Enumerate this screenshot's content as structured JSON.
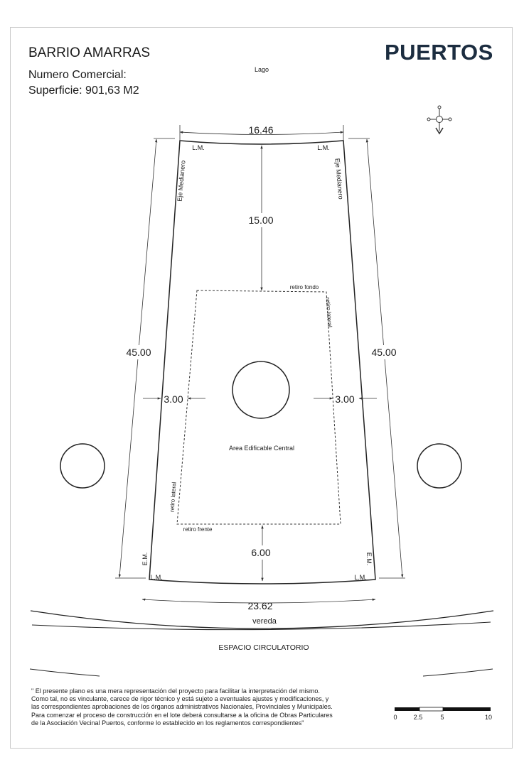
{
  "header": {
    "title": "BARRIO AMARRAS",
    "numero_comercial": "Numero Comercial:",
    "superficie": "Superficie: 901,63 M2"
  },
  "brand": {
    "name": "PUERTOS",
    "color": "#1c2d40"
  },
  "plan": {
    "lake_label": "Lago",
    "top_width": "16.46",
    "bottom_width": "23.62",
    "left_depth": "45.00",
    "right_depth": "45.00",
    "back_setback": "15.00",
    "front_setback": "6.00",
    "left_side_setback": "3.00",
    "right_side_setback": "3.00",
    "lm_label": "L.M.",
    "em_label": "E.M.",
    "eje_medianero": "Eje Medianero",
    "retiro_fondo": "retiro fondo",
    "retiro_lateral": "retiro lateral",
    "retiro_frente": "retiro frente",
    "area_edificable": "Area Edificable Central",
    "vereda": "vereda",
    "espacio_circulatorio": "ESPACIO CIRCULATORIO"
  },
  "scale_bar": {
    "ticks": [
      "0",
      "2.5",
      "5",
      "10"
    ]
  },
  "disclaimer": [
    "\" El presente plano es una mera representación del proyecto para facilitar la interpretación del mismo.",
    "Como tal, no es vinculante, carece de rigor técnico y está sujeto a eventuales ajustes y modificaciones, y",
    "las correspondientes aprobaciones de los órganos administrativos Nacionales, Provinciales y Municipales.",
    "Para comenzar el proceso de construcción en el lote deberá consultarse a la oficina de Obras Particulares",
    "de la Asociación Vecinal Puertos, conforme lo establecido en los reglamentos correspondientes\""
  ]
}
